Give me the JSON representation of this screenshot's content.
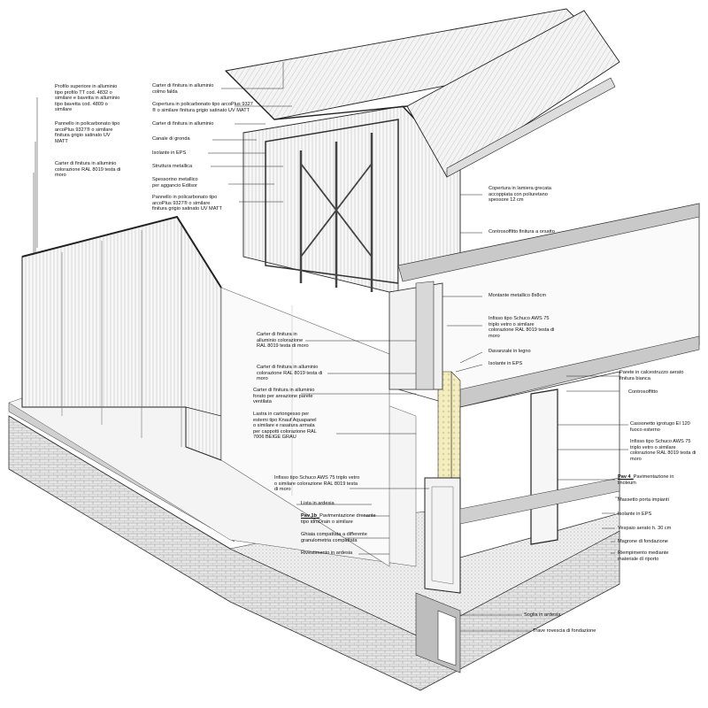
{
  "labels_left": [
    {
      "id": "profilo-superiore",
      "text": "Profilo superiore in alluminio\ntipo profilo TT cod. 4832 o\nsimilare e bavetta in alluminio\ntipo bavetta cod. 4809 o\nsimilare"
    },
    {
      "id": "pannello-policarbonato-left",
      "text": "Pannello in policarbonato tipo\narcoPlus 9327® o similare\nfinitura grigio satinato UV\nMATT"
    },
    {
      "id": "carter-finitura-left",
      "text": "Carter di finitura in alluminio\ncolorazione RAL 8019 testa di\nmoro"
    }
  ],
  "labels_mid_top": [
    {
      "id": "carter-colmo",
      "text": "Carter di finitura in alluminio\ncolmo falda"
    },
    {
      "id": "copertura-policarbonato",
      "text": "Copertura in policarbonato tipo arcoPlus 9327\n® o similare finitura grigio satinato UV MATT"
    },
    {
      "id": "carter-alluminio",
      "text": "Carter di finitura in alluminio"
    },
    {
      "id": "canale-gronda",
      "text": "Canale di gronda"
    },
    {
      "id": "isolante-eps-top",
      "text": "Isolante in EPS"
    },
    {
      "id": "struttura-metallica",
      "text": "Struttura metallica"
    },
    {
      "id": "spessorino-metallico",
      "text": "Spessorino metallico\nper aggancio Edilsor"
    },
    {
      "id": "pannello-policarbonato-mid",
      "text": "Pannello in policarbonato tipo\narcoPlus 9327® o similare\nfinitura grigio satinato UV MATT"
    }
  ],
  "labels_mid": [
    {
      "id": "carter-ral-1",
      "text": "Carter di finitura in\nalluminio colorazione\nRAL 8019 testa di moro"
    },
    {
      "id": "carter-ral-2",
      "text": "Carter di finitura in alluminio\ncolorazione RAL 8019 testa di\nmoro"
    },
    {
      "id": "carter-forato",
      "text": "Carter di finitura in alluminio\nforato per areazione parete\nventilata"
    },
    {
      "id": "lastra-cartongesso",
      "text": "Lastra in cartongesso per\nesterni tipo Knauf Aquapanel\no similare e rasatura armata\nper cappotti colorazione RAL\n7006 BEIGE GRAU"
    },
    {
      "id": "infisso-left",
      "text": "Infisso tipo Schuco AWS 75 triplo vetro\no similare colorazione RAL 8019 testa\ndi moro"
    },
    {
      "id": "lista-ardesia",
      "text": "Lista in ardesia"
    },
    {
      "id": "pav-1b-code",
      "text": "Pav 1b_",
      "u": true
    },
    {
      "id": "pav-1b-desc",
      "text": "Pavimentazione drenante"
    },
    {
      "id": "pav-1b-line2",
      "text": "tipo idroDrain o similare"
    },
    {
      "id": "ghiaia",
      "text": "Ghiaia compattata a differente\ngranulometria compattata"
    },
    {
      "id": "rivestimento-ardesia",
      "text": "Rivestimento in ardesia"
    }
  ],
  "labels_right": [
    {
      "id": "copertura-lamiera",
      "text": "Copertura in lamiera grecata\naccoppiata con poliuretano\nspessore 12 cm"
    },
    {
      "id": "controsoffitto-orsatto",
      "text": "Controsoffitto finitura a orsatto"
    },
    {
      "id": "montante",
      "text": "Montante metallico 8x8cm"
    },
    {
      "id": "infisso-right-top",
      "text": "Infisso tipo Schuco AWS 75\ntriplo vetro o similare\ncolorazione RAL 8019 testa di\nmoro"
    },
    {
      "id": "davanzale",
      "text": "Davanzale in legno"
    },
    {
      "id": "isolante-eps-right",
      "text": "Isolante in EPS"
    },
    {
      "id": "parete-cls",
      "text": "Parete in calcestruzzo aerato\nfinitura bianca"
    },
    {
      "id": "controsoffitto",
      "text": "Controsoffitto"
    },
    {
      "id": "cassonetto",
      "text": "Cassonetto igrotugo EI 120\nfuoco esterno"
    },
    {
      "id": "infisso-right-bottom",
      "text": "Infisso tipo Schuco AWS 75\ntriplo vetro o similare\ncolorazione RAL 8019 testa di\nmoro"
    },
    {
      "id": "pav-4-code",
      "text": "Pav 4_",
      "u": true
    },
    {
      "id": "pav-4-desc",
      "text": "Pavimentazione in\nlinoleum"
    },
    {
      "id": "massetto",
      "text": "Massetto porta impianti"
    },
    {
      "id": "isolante-eps-floor",
      "text": "Isolante in EPS"
    },
    {
      "id": "vespaio",
      "text": "Vespaio aerato h. 30 cm"
    },
    {
      "id": "magrone",
      "text": "Magrone di fondazione"
    },
    {
      "id": "riempimento",
      "text": "Riempimento mediante\nmateriale di riporto"
    },
    {
      "id": "soglia",
      "text": "Soglia in ardesia"
    },
    {
      "id": "trave-rovescia",
      "text": "Trave rovescia di fondazione"
    }
  ],
  "colors": {
    "line": "#1a1a1a",
    "hatch": "#777777",
    "insulation": "#f3edbf",
    "slab": "#c9c9c9",
    "ground": "#dcdcdc"
  }
}
